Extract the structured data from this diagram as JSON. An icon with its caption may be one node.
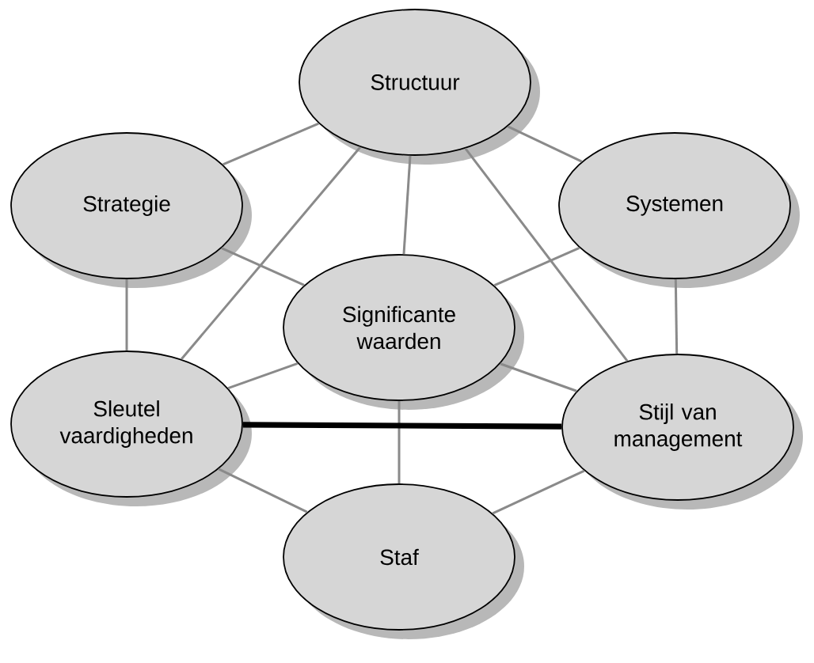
{
  "diagram": {
    "nodes": [
      {
        "text": [
          "Structuur"
        ]
      },
      {
        "text": [
          "Strategie"
        ]
      },
      {
        "text": [
          "Systemen"
        ]
      },
      {
        "text": [
          "Significante waarden"
        ]
      },
      {
        "text": [
          "Sleutel vaardigheden"
        ]
      },
      {
        "text": [
          "Stijl van management"
        ]
      },
      {
        "text": [
          "Staf"
        ]
      }
    ],
    "edges": [
      {
        "from": 0,
        "to": 1,
        "arrow": "none"
      },
      {
        "from": 0,
        "to": 2,
        "arrow": "none"
      },
      {
        "from": 0,
        "to": 3,
        "arrow": "none"
      },
      {
        "from": 0,
        "to": 4,
        "arrow": "none"
      },
      {
        "from": 0,
        "to": 5,
        "arrow": "none"
      },
      {
        "from": 1,
        "to": 3,
        "arrow": "none"
      },
      {
        "from": 1,
        "to": 4,
        "arrow": "none"
      },
      {
        "from": 2,
        "to": 3,
        "arrow": "none"
      },
      {
        "from": 2,
        "to": 5,
        "arrow": "none"
      },
      {
        "from": 3,
        "to": 4,
        "arrow": "none"
      },
      {
        "from": 3,
        "to": 5,
        "arrow": "none"
      },
      {
        "from": 3,
        "to": 6,
        "arrow": "none"
      },
      {
        "from": 4,
        "to": 5,
        "arrow": "none",
        "style": "thick",
        "color": "#000000"
      },
      {
        "from": 4,
        "to": 6,
        "arrow": "none"
      },
      {
        "from": 5,
        "to": 6,
        "arrow": "none"
      }
    ]
  }
}
